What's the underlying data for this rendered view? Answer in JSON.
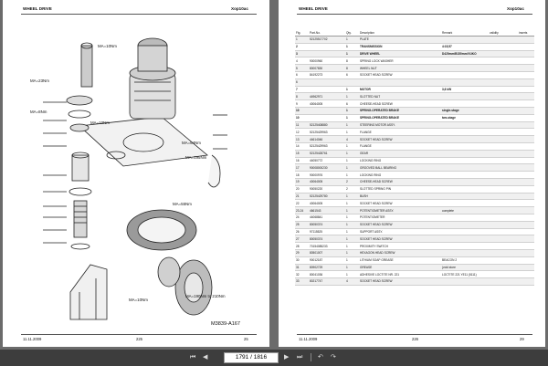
{
  "left_page": {
    "header_left": "WHEEL DRIVE",
    "header_right": "Xop10ac",
    "footer_date": "11.11.2009",
    "footer_mid": "225",
    "footer_right": "25",
    "drawing_number": "M3839-A167",
    "callouts": [
      "MA=23Nm",
      "MA=10Nm",
      "MA=8Nm",
      "MA=10Nm",
      "MA=64Nm",
      "MA=195Nm",
      "MA=55Nm",
      "MA=190Nm to 210Nm",
      "MA=10Nm"
    ]
  },
  "right_page": {
    "header_left": "WHEEL DRIVE",
    "header_right": "Xop10ac",
    "footer_date": "11.11.2009",
    "footer_mid": "226",
    "footer_right": "29",
    "columns": [
      "Fig.",
      "Part-No.",
      "Qty.",
      "Description",
      "Remark",
      "validity",
      "inserts"
    ],
    "rows": [
      {
        "fig": "1",
        "part": "52125517702",
        "qty": "1",
        "desc": "PLATE",
        "remark": "",
        "bold": false
      },
      {
        "fig": "2",
        "part": "",
        "qty": "1",
        "desc": "TRANSMISSION",
        "remark": "4:15,57",
        "bold": true
      },
      {
        "fig": "3",
        "part": "",
        "qty": "1",
        "desc": "DRIVE WHEEL",
        "remark": "D420mm/B150mm/VUKO",
        "bold": true
      },
      {
        "fig": "4",
        "part": "90000960",
        "qty": "8",
        "desc": "SPRING LOCK WASHER",
        "remark": "",
        "bold": false
      },
      {
        "fig": "5",
        "part": "80007830",
        "qty": "8",
        "desc": "WHEEL NUT",
        "remark": "",
        "bold": false
      },
      {
        "fig": "6",
        "part": "84192273",
        "qty": "6",
        "desc": "SOCKET HEAD SCREW",
        "remark": "",
        "bold": false
      },
      {
        "fig": "6",
        "part": "",
        "qty": "",
        "desc": "",
        "remark": "",
        "bold": false
      },
      {
        "fig": "7",
        "part": "",
        "qty": "1",
        "desc": "MOTOR",
        "remark": "3,6 kW",
        "bold": true
      },
      {
        "fig": "8",
        "part": "44962971",
        "qty": "1",
        "desc": "SLOTTED NUT",
        "remark": "",
        "bold": false
      },
      {
        "fig": "9",
        "part": "40064005",
        "qty": "6",
        "desc": "CHEESE-HEAD SCREW",
        "remark": "",
        "bold": false
      },
      {
        "fig": "10",
        "part": "",
        "qty": "1",
        "desc": "SPRING-OPERATED BRAKE",
        "remark": "single-stage",
        "bold": true
      },
      {
        "fig": "10",
        "part": "",
        "qty": "1",
        "desc": "SPRING-OPERATED BRAKE",
        "remark": "two-stage",
        "bold": true
      },
      {
        "fig": "11",
        "part": "52125408880",
        "qty": "1",
        "desc": "STEERING MOTOR ASSY.",
        "remark": "",
        "bold": false
      },
      {
        "fig": "12",
        "part": "52125429963",
        "qty": "1",
        "desc": "FLANGE",
        "remark": "",
        "bold": false
      },
      {
        "fig": "13",
        "part": "44614046",
        "qty": "4",
        "desc": "SOCKET HEAD SCREW",
        "remark": "",
        "bold": false
      },
      {
        "fig": "14",
        "part": "52125429963",
        "qty": "1",
        "desc": "FLANGE",
        "remark": "",
        "bold": false
      },
      {
        "fig": "15",
        "part": "52125428761",
        "qty": "1",
        "desc": "GEAR",
        "remark": "",
        "bold": false
      },
      {
        "fig": "16",
        "part": "44050772",
        "qty": "1",
        "desc": "LOCKING RING",
        "remark": "",
        "bold": false
      },
      {
        "fig": "17",
        "part": "90008000230",
        "qty": "1",
        "desc": "GROOVED BALL BEARING",
        "remark": "",
        "bold": false
      },
      {
        "fig": "18",
        "part": "90000976",
        "qty": "1",
        "desc": "LOCKING RING",
        "remark": "",
        "bold": false
      },
      {
        "fig": "19",
        "part": "40064005",
        "qty": "2",
        "desc": "CHEESE-HEAD SCREW",
        "remark": "",
        "bold": false
      },
      {
        "fig": "20",
        "part": "90050220",
        "qty": "2",
        "desc": "SLOTTED SPRING PIN",
        "remark": "",
        "bold": false
      },
      {
        "fig": "21",
        "part": "52125429780",
        "qty": "1",
        "desc": "BUSH",
        "remark": "",
        "bold": false
      },
      {
        "fig": "22",
        "part": "40064005",
        "qty": "1",
        "desc": "SOCKET HEAD SCREW",
        "remark": "",
        "bold": false
      },
      {
        "fig": "23-24",
        "part": "4661543",
        "qty": "1",
        "desc": "POTENTIOMETER ASSY.",
        "remark": "complete",
        "bold": false
      },
      {
        "fig": "24",
        "part": "44068841",
        "qty": "1",
        "desc": "POTENTIOMETER",
        "remark": "",
        "bold": false
      },
      {
        "fig": "25",
        "part": "80050374",
        "qty": "1",
        "desc": "SOCKET HEAD SCREW",
        "remark": "",
        "bold": false
      },
      {
        "fig": "26",
        "part": "97115525",
        "qty": "1",
        "desc": "SUPPORT ASSY.",
        "remark": "",
        "bold": false
      },
      {
        "fig": "27",
        "part": "80050374",
        "qty": "1",
        "desc": "SOCKET HEAD SCREW",
        "remark": "",
        "bold": false
      },
      {
        "fig": "28",
        "part": "70154085233",
        "qty": "1",
        "desc": "PROXIMITY SWITCH",
        "remark": "",
        "bold": false
      },
      {
        "fig": "29",
        "part": "80501007",
        "qty": "1",
        "desc": "HEXAGON HEAD SCREW",
        "remark": "",
        "bold": false
      },
      {
        "fig": "30",
        "part": "90012187",
        "qty": "1",
        "desc": "LITHIUM SOAP GREASE",
        "remark": "BEACON 2",
        "bold": false
      },
      {
        "fig": "31",
        "part": "80902729",
        "qty": "1",
        "desc": "GREASE",
        "remark": "(void store",
        "bold": false
      },
      {
        "fig": "32",
        "part": "80041036",
        "qty": "1",
        "desc": "ADHESIVE LOCTITE NR. 221",
        "remark": "LOCTITE 221 YE11 (5111)",
        "bold": false
      },
      {
        "fig": "33",
        "part": "80217747",
        "qty": "4",
        "desc": "SOCKET HEAD SCREW",
        "remark": "",
        "bold": false
      }
    ]
  },
  "toolbar": {
    "page_value": "1791 / 1816",
    "first_icon": "first-page-icon",
    "prev_icon": "previous-page-icon",
    "next_icon": "next-page-icon",
    "last_icon": "last-page-icon",
    "back_icon": "back-icon",
    "forward_icon": "forward-icon"
  }
}
